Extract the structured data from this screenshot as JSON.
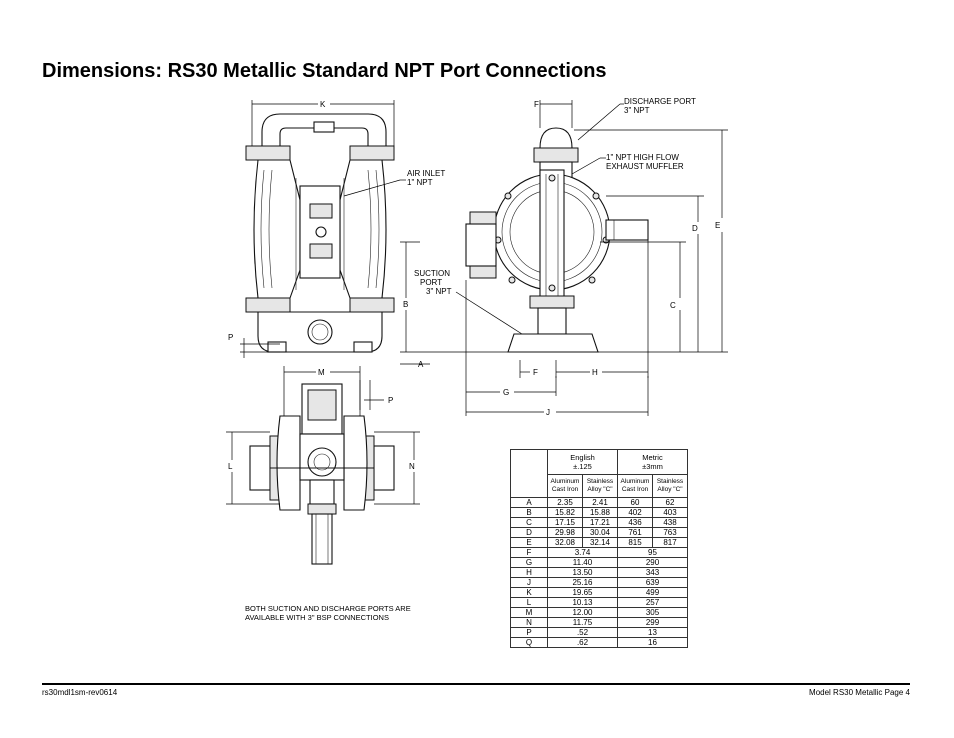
{
  "title": "Dimensions: RS30 Metallic Standard NPT Port Connections",
  "callouts": {
    "discharge_port": [
      "DISCHARGE PORT",
      "3\" NPT"
    ],
    "exhaust_muffler": [
      "1\" NPT HIGH FLOW",
      "EXHAUST MUFFLER"
    ],
    "air_inlet": [
      "AIR INLET",
      "1\" NPT"
    ],
    "suction_port": [
      "SUCTION",
      "PORT",
      "3\" NPT"
    ]
  },
  "dim_letters": {
    "K": "K",
    "F": "F",
    "D": "D",
    "E": "E",
    "B": "B",
    "C": "C",
    "P": "P",
    "A": "A",
    "M": "M",
    "H": "H",
    "G": "G",
    "J": "J",
    "L": "L",
    "N": "N"
  },
  "note": [
    "BOTH SUCTION AND DISCHARGE PORTS ARE",
    "AVAILABLE WITH 3\" BSP CONNECTIONS"
  ],
  "table": {
    "english_header": [
      "English",
      "±.125"
    ],
    "metric_header": [
      "Metric",
      "±3mm"
    ],
    "sub_headers": [
      [
        "Aluminum",
        "Cast Iron"
      ],
      [
        "Stainless",
        "Alloy \"C\""
      ],
      [
        "Aluminum",
        "Cast Iron"
      ],
      [
        "Stainless",
        "Alloy \"C\""
      ]
    ],
    "split_rows": [
      {
        "key": "A",
        "v": [
          "2.35",
          "2.41",
          "60",
          "62"
        ]
      },
      {
        "key": "B",
        "v": [
          "15.82",
          "15.88",
          "402",
          "403"
        ]
      },
      {
        "key": "C",
        "v": [
          "17.15",
          "17.21",
          "436",
          "438"
        ]
      },
      {
        "key": "D",
        "v": [
          "29.98",
          "30.04",
          "761",
          "763"
        ]
      },
      {
        "key": "E",
        "v": [
          "32.08",
          "32.14",
          "815",
          "817"
        ]
      }
    ],
    "merged_rows": [
      {
        "key": "F",
        "en": "3.74",
        "mm": "95"
      },
      {
        "key": "G",
        "en": "11.40",
        "mm": "290"
      },
      {
        "key": "H",
        "en": "13.50",
        "mm": "343"
      },
      {
        "key": "J",
        "en": "25.16",
        "mm": "639"
      },
      {
        "key": "K",
        "en": "19.65",
        "mm": "499"
      },
      {
        "key": "L",
        "en": "10.13",
        "mm": "257"
      },
      {
        "key": "M",
        "en": "12.00",
        "mm": "305"
      },
      {
        "key": "N",
        "en": "11.75",
        "mm": "299"
      },
      {
        "key": "P",
        "en": ".52",
        "mm": "13"
      },
      {
        "key": "Q",
        "en": ".62",
        "mm": "16"
      }
    ]
  },
  "footer": {
    "left": "rs30mdl1sm-rev0614",
    "right": "Model RS30 Metallic Page 4"
  }
}
